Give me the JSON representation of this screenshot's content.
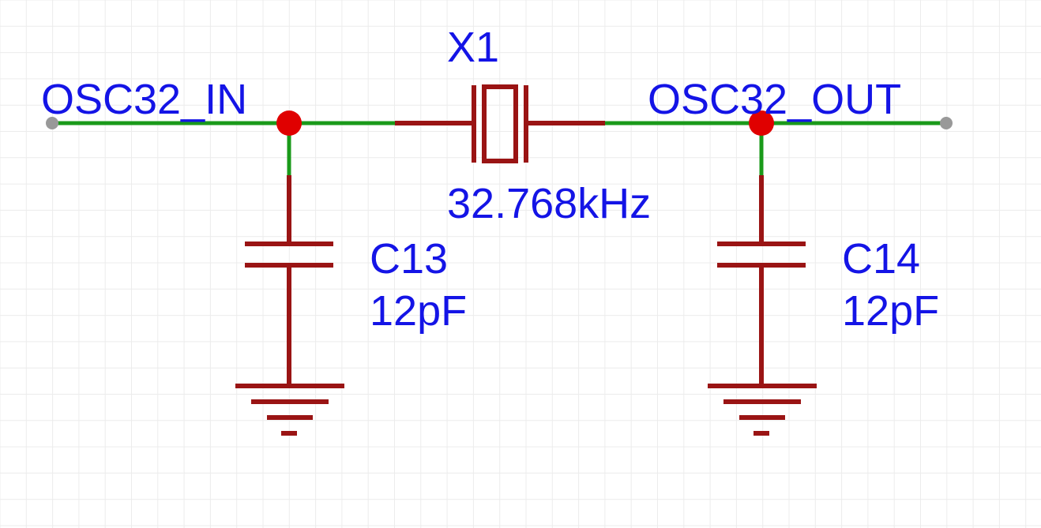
{
  "diagram": {
    "type": "schematic",
    "nets": {
      "left": "OSC32_IN",
      "right": "OSC32_OUT"
    },
    "crystal": {
      "designator": "X1",
      "value": "32.768kHz"
    },
    "capacitors": [
      {
        "designator": "C13",
        "value": "12pF"
      },
      {
        "designator": "C14",
        "value": "12pF"
      }
    ],
    "colors": {
      "wire": "#1a9a1a",
      "component": "#9a1414",
      "junction": "#e00000",
      "text": "#1414e6",
      "grid": "#ececec",
      "terminal": "#999999"
    }
  }
}
